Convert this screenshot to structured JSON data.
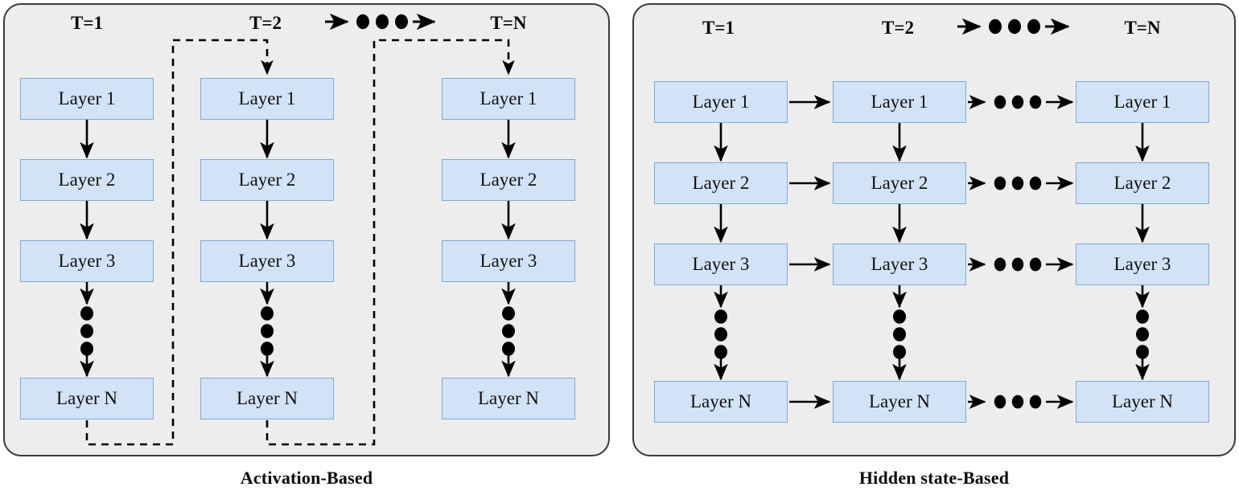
{
  "figure": {
    "type": "diagram",
    "description": "Two side-by-side recurrent-network unrolling schemes over time steps",
    "panels": [
      {
        "id": "activation-based",
        "caption": "Activation-Based",
        "time_labels": [
          "T=1",
          "T=2",
          "T=N"
        ],
        "ellipsis_top": "→•••→",
        "columns": [
          {
            "time": "T=1",
            "layers": [
              "Layer 1",
              "Layer 2",
              "Layer 3",
              "Layer N"
            ],
            "vertical_ellipsis": "•••"
          },
          {
            "time": "T=2",
            "layers": [
              "Layer 1",
              "Layer 2",
              "Layer 3",
              "Layer N"
            ],
            "vertical_ellipsis": "•••"
          },
          {
            "time": "T=N",
            "layers": [
              "Layer 1",
              "Layer 2",
              "Layer 3",
              "Layer N"
            ],
            "vertical_ellipsis": "•••"
          }
        ],
        "connection_style": "dashed-feedback",
        "feedback_edges": [
          {
            "from": "T=1 Layer N",
            "to": "T=2 Layer 1"
          },
          {
            "from": "T=2 Layer N",
            "to": "T=N Layer 1"
          }
        ]
      },
      {
        "id": "hidden-state-based",
        "caption": "Hidden state-Based",
        "time_labels": [
          "T=1",
          "T=2",
          "T=N"
        ],
        "ellipsis_top": "→•••→",
        "columns": [
          {
            "time": "T=1",
            "layers": [
              "Layer 1",
              "Layer 2",
              "Layer 3",
              "Layer N"
            ],
            "vertical_ellipsis": "•••"
          },
          {
            "time": "T=2",
            "layers": [
              "Layer 1",
              "Layer 2",
              "Layer 3",
              "Layer N"
            ],
            "vertical_ellipsis": "•••"
          },
          {
            "time": "T=N",
            "layers": [
              "Layer 1",
              "Layer 2",
              "Layer 3",
              "Layer N"
            ],
            "vertical_ellipsis": "•••"
          }
        ],
        "connection_style": "solid-horizontal-per-layer",
        "horizontal_ellipsis": "→•••→"
      }
    ]
  },
  "colors": {
    "panel_fill": "#eeedee",
    "panel_border": "#3a3a3c",
    "box_fill": "#d3e3f7",
    "box_border": "#7fa8d6",
    "arrow": "#000000",
    "text": "#0a0a0a"
  }
}
